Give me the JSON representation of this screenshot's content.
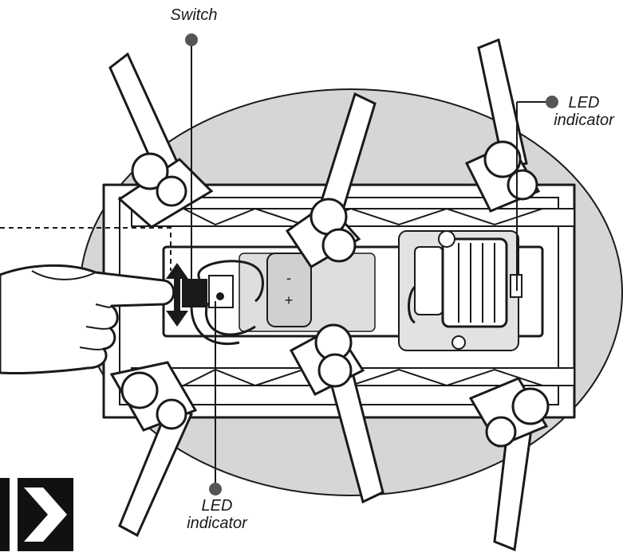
{
  "callouts": {
    "switch": "Switch",
    "led_right": {
      "line1": "LED",
      "line2": "indicator"
    },
    "led_bottom": {
      "line1": "LED",
      "line2": "indicator"
    }
  },
  "battery_compartment": {
    "minus": "-",
    "plus": "+"
  },
  "colors": {
    "body_shell": "#d6d6d6",
    "outline": "#1a1a1a",
    "leg_fill": "#ffffff",
    "next_badge": "#111111"
  },
  "icons": {
    "hand": "pointing-hand-icon",
    "switch_arrows": "up-down-arrow-icon",
    "next": "chevron-right-icon"
  }
}
